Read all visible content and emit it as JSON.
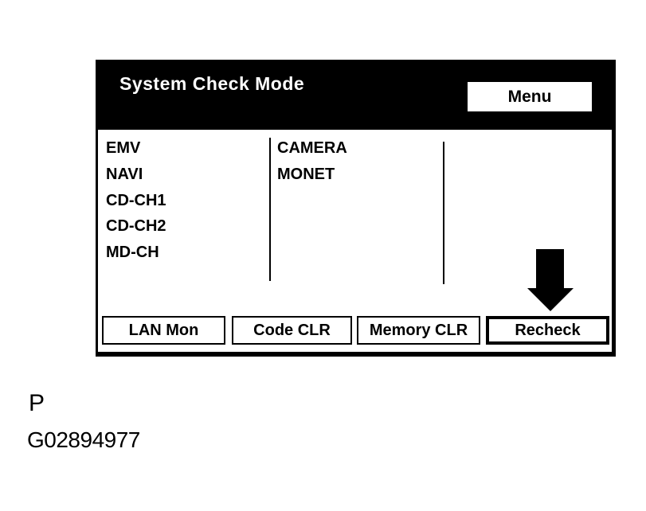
{
  "screen": {
    "title": "System Check Mode",
    "menu_button": "Menu",
    "system_columns": [
      {
        "items": [
          "EMV",
          "NAVI",
          "CD-CH1",
          "CD-CH2",
          "MD-CH"
        ]
      },
      {
        "items": [
          "CAMERA",
          "MONET"
        ]
      }
    ],
    "buttons": [
      {
        "label": "LAN Mon",
        "highlighted": false
      },
      {
        "label": "Code CLR",
        "highlighted": false
      },
      {
        "label": "Memory CLR",
        "highlighted": false
      },
      {
        "label": "Recheck",
        "highlighted": true
      }
    ],
    "arrow": {
      "direction": "down",
      "points_to": "Recheck"
    }
  },
  "caption": {
    "panel_label": "P",
    "figure_id": "G02894977"
  },
  "colors": {
    "header_bg": "#000000",
    "header_text": "#ffffff",
    "screen_bg": "#ffffff",
    "text": "#000000"
  }
}
